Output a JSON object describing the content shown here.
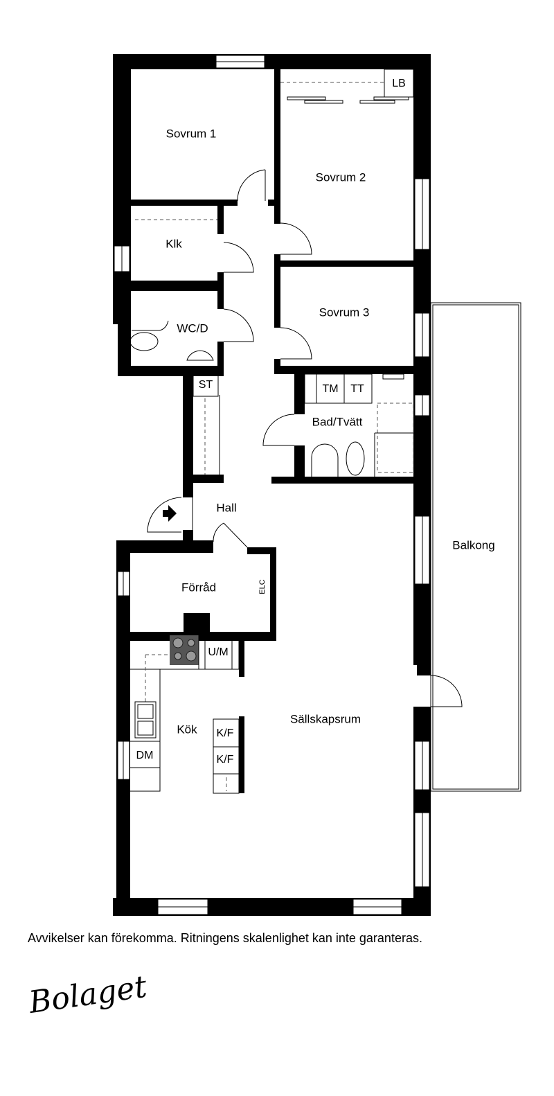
{
  "rooms": {
    "sovrum1": "Sovrum 1",
    "sovrum2": "Sovrum 2",
    "sovrum3": "Sovrum 3",
    "klk": "Klk",
    "wcd": "WC/D",
    "lb": "LB",
    "st": "ST",
    "tm": "TM",
    "tt": "TT",
    "bad": "Bad/Tvätt",
    "hall": "Hall",
    "forrad": "Förråd",
    "elc": "ELC",
    "um": "U/M",
    "kok": "Kök",
    "kf1": "K/F",
    "kf2": "K/F",
    "dm": "DM",
    "sallskapsrum": "Sällskapsrum",
    "balkong": "Balkong"
  },
  "footer": {
    "disclaimer": "Avvikelser kan förekomma. Ritningens skalenlighet kan inte garanteras.",
    "logo": "Bolaget"
  }
}
